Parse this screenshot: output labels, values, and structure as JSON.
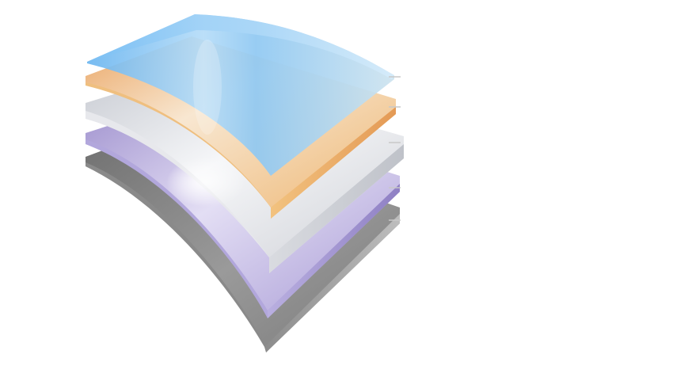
{
  "diagram": {
    "layers": [
      {
        "id": "layer-blue",
        "color": "#7ec3f4",
        "highlight": "#cfe9fb"
      },
      {
        "id": "layer-orange",
        "color": "#efb06e",
        "highlight": "#f7e0c0"
      },
      {
        "id": "layer-silver",
        "color": "#d6d8de",
        "highlight": "#f5f6f8"
      },
      {
        "id": "layer-purple",
        "color": "#a79ad3",
        "highlight": "#e6e1f5"
      },
      {
        "id": "layer-gray",
        "color": "#7f7f7f",
        "highlight": "#b4b4b4"
      }
    ],
    "leader_line_color": "#c8c8c8"
  }
}
